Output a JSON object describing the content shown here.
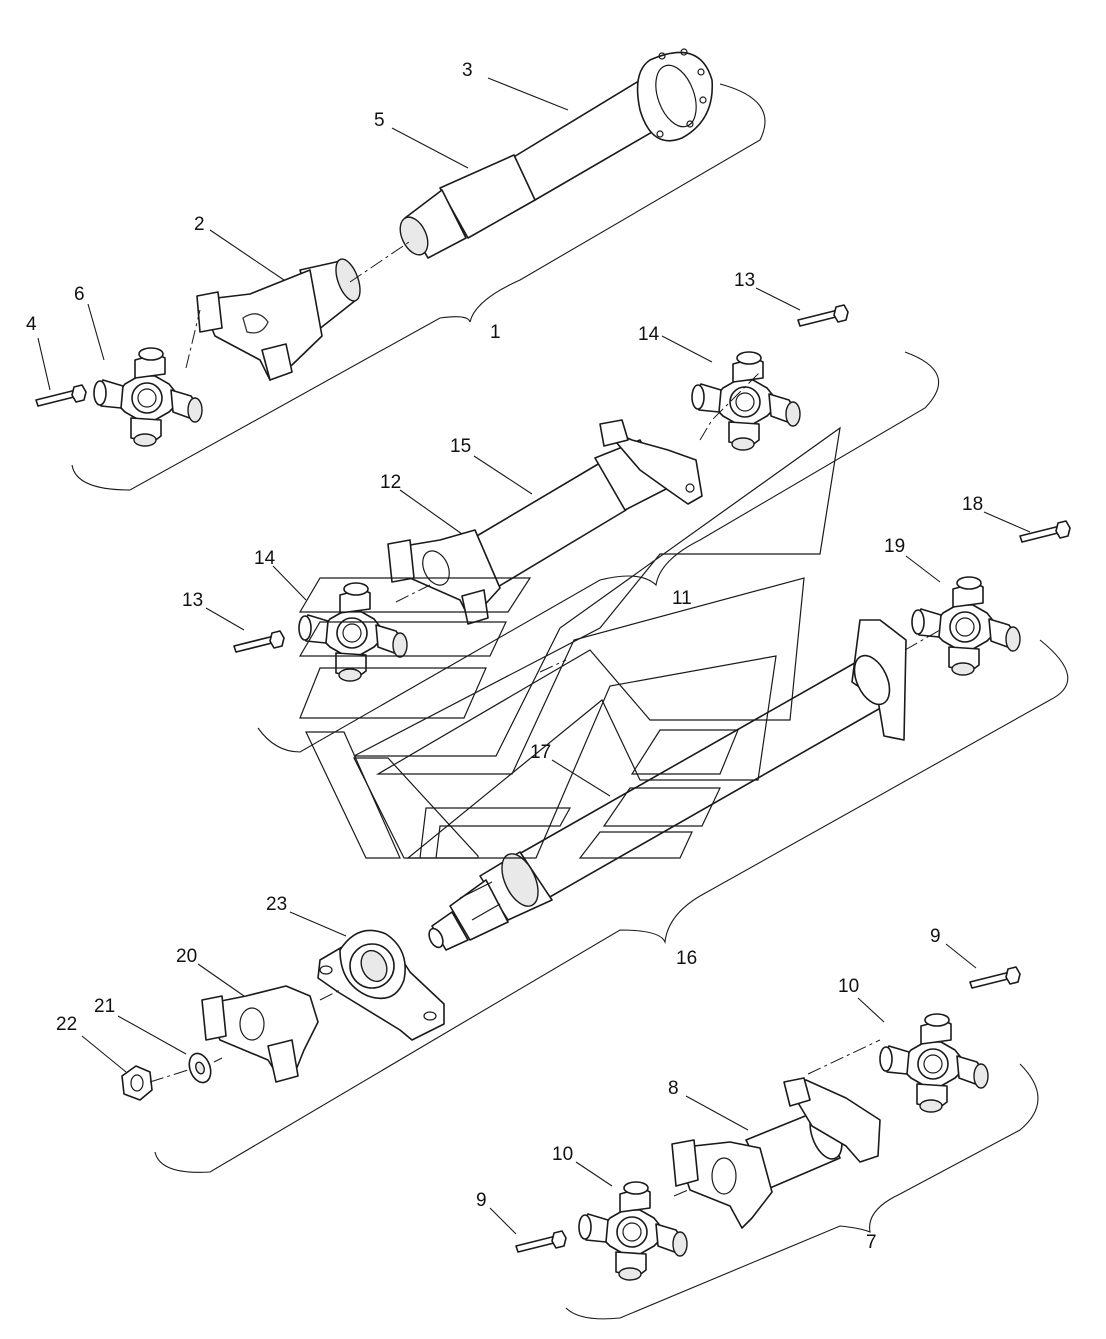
{
  "colors": {
    "line": "#1a1a1a",
    "background": "#ffffff",
    "shade": "#e9e9e9"
  },
  "callouts": {
    "c1": "1",
    "c2": "2",
    "c3": "3",
    "c4": "4",
    "c5": "5",
    "c6": "6",
    "c7": "7",
    "c8": "8",
    "c9a": "9",
    "c9b": "9",
    "c10a": "10",
    "c10b": "10",
    "c11": "11",
    "c12": "12",
    "c13a": "13",
    "c13b": "13",
    "c14a": "14",
    "c14b": "14",
    "c15": "15",
    "c16": "16",
    "c17": "17",
    "c18": "18",
    "c19": "19",
    "c20": "20",
    "c21": "21",
    "c22": "22",
    "c23": "23"
  }
}
